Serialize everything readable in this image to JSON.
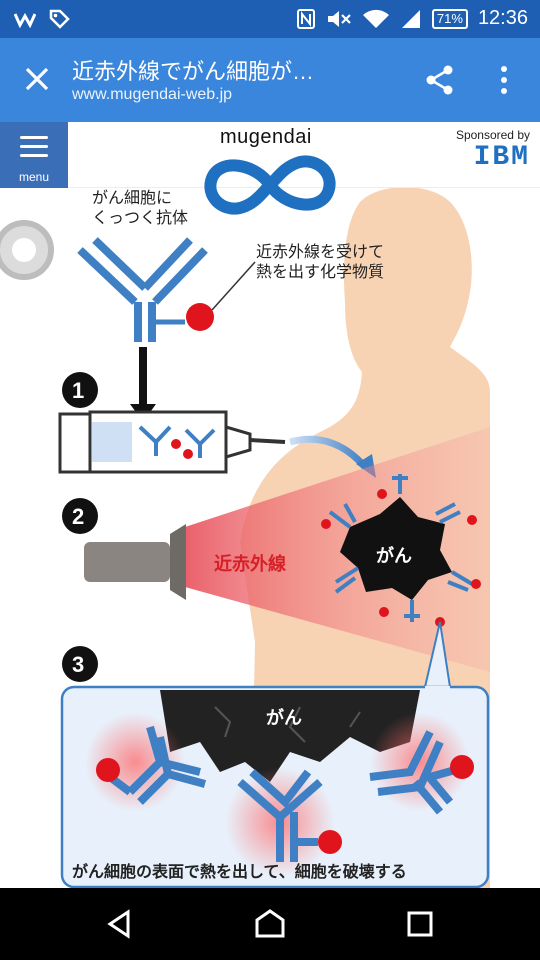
{
  "status": {
    "battery": "71%",
    "time": "12:36"
  },
  "toolbar": {
    "title": "近赤外線でがん細胞が…",
    "url": "www.mugendai-web.jp"
  },
  "site": {
    "menu_label": "menu",
    "logo_text": "mugendai",
    "sponsored_by": "Sponsored by",
    "sponsor_name": "IBM"
  },
  "figure": {
    "antibody_label": [
      "がん細胞に",
      "くっつく抗体"
    ],
    "chemical_label": [
      "近赤外線を受けて",
      "熱を出す化学物質"
    ],
    "step1": "1",
    "step2": "2",
    "step3": "3",
    "infrared_label": "近赤外線",
    "cancer_label": "がん",
    "cancer_label_bottom": "がん",
    "caption": "がん細胞の表面で熱を出して、細胞を破壊する"
  },
  "colors": {
    "statusbar": "#1e5fb4",
    "toolbar": "#3a86dc",
    "menu": "#3a6fb8",
    "antibody": "#3f7fc4",
    "chemical": "#e0141c",
    "skin": "#f7d3b3"
  },
  "icons": [
    "wifi-icon",
    "battery-icon",
    "close-icon",
    "share-icon",
    "more-icon",
    "back-icon",
    "home-icon",
    "recents-icon"
  ]
}
